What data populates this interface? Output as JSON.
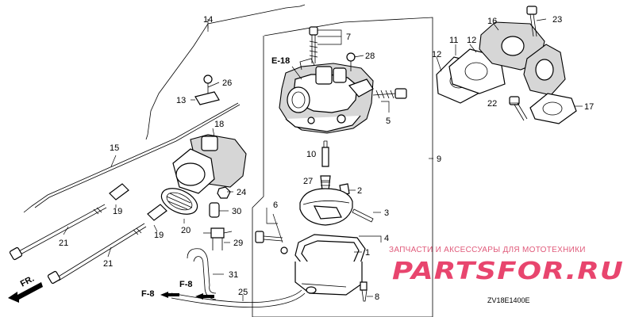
{
  "diagram_code": "ZV18E1400E",
  "refs": {
    "e18": "E-18",
    "f8_left": "F-8",
    "f8_bottom": "F-8",
    "front": "FR."
  },
  "watermark": {
    "caption": "ЗАПЧАСТИ И АКСЕССУАРЫ ДЛЯ МОТОТЕХНИКИ",
    "brand": "PARTSFOR.RU"
  },
  "callouts": {
    "n1": "1",
    "n2": "2",
    "n3": "3",
    "n4": "4",
    "n5": "5",
    "n6": "6",
    "n7": "7",
    "n8": "8",
    "n9": "9",
    "n10": "10",
    "n11": "11",
    "n12a": "12",
    "n12b": "12",
    "n13": "13",
    "n14": "14",
    "n15": "15",
    "n16": "16",
    "n17": "17",
    "n18": "18",
    "n19a": "19",
    "n19b": "19",
    "n20": "20",
    "n21a": "21",
    "n21b": "21",
    "n22": "22",
    "n23": "23",
    "n24": "24",
    "n25": "25",
    "n26": "26",
    "n27": "27",
    "n28": "28",
    "n29": "29",
    "n30": "30",
    "n31": "31"
  }
}
